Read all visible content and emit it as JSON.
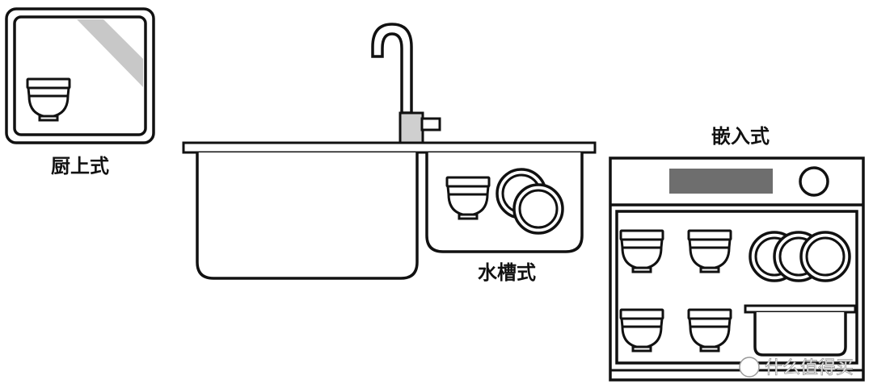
{
  "labels": {
    "countertop": "厨上式",
    "sink": "水槽式",
    "builtin": "嵌入式"
  },
  "watermark": "什么值得买",
  "colors": {
    "line": "#111111",
    "faucet_fill": "#cfcfcf",
    "panel_display": "#6e6e6e",
    "glass_stripe": "#c8c8c8"
  }
}
